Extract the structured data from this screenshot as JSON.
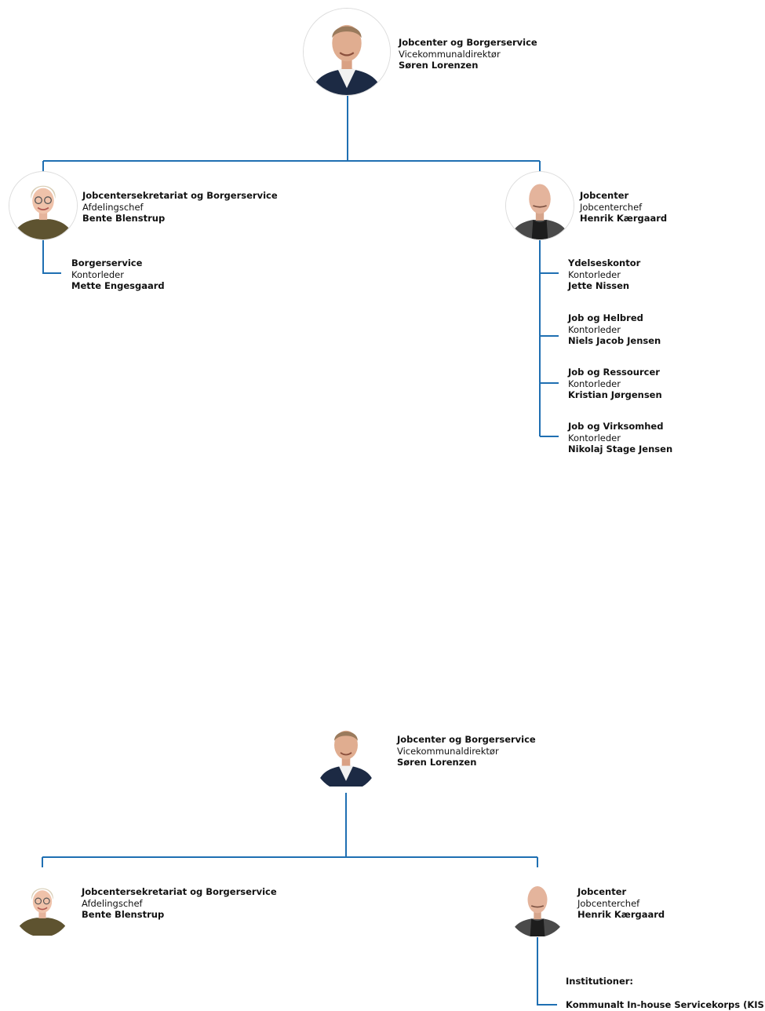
{
  "colors": {
    "line": "#1f6fb2"
  },
  "chart1": {
    "director": {
      "unit": "Jobcenter og Borgerservice",
      "role": "Vicekommunaldirektør",
      "name": "Søren Lorenzen",
      "portrait": "man-suit-portrait-icon"
    },
    "left": {
      "unit": "Jobcentersekretariat og Borgerservice",
      "role": "Afdelingschef",
      "name": "Bente Blenstrup",
      "portrait": "woman-glasses-portrait-icon"
    },
    "right": {
      "unit": "Jobcenter",
      "role": "Jobcenterchef",
      "name": "Henrik Kærgaard",
      "portrait": "bald-man-portrait-icon"
    },
    "left_sub": [
      {
        "unit": "Borgerservice",
        "role": "Kontorleder",
        "name": "Mette Engesgaard"
      }
    ],
    "right_sub": [
      {
        "unit": "Ydelseskontor",
        "role": "Kontorleder",
        "name": "Jette Nissen"
      },
      {
        "unit": "Job og Helbred",
        "role": "Kontorleder",
        "name": "Niels Jacob Jensen"
      },
      {
        "unit": "Job og Ressourcer",
        "role": "Kontorleder",
        "name": "Kristian Jørgensen"
      },
      {
        "unit": "Job og Virksomhed",
        "role": "Kontorleder",
        "name": "Nikolaj Stage Jensen"
      }
    ]
  },
  "chart2": {
    "director": {
      "unit": "Jobcenter og Borgerservice",
      "role": "Vicekommunaldirektør",
      "name": "Søren Lorenzen",
      "portrait": "man-suit-portrait-icon"
    },
    "left": {
      "unit": "Jobcentersekretariat og Borgerservice",
      "role": "Afdelingschef",
      "name": "Bente Blenstrup",
      "portrait": "woman-glasses-portrait-icon"
    },
    "right": {
      "unit": "Jobcenter",
      "role": "Jobcenterchef",
      "name": "Henrik Kærgaard",
      "portrait": "bald-man-portrait-icon"
    },
    "institutions_heading": "Institutioner:",
    "institutions": [
      "Kommunalt In-house Servicekorps (KIS)"
    ]
  }
}
